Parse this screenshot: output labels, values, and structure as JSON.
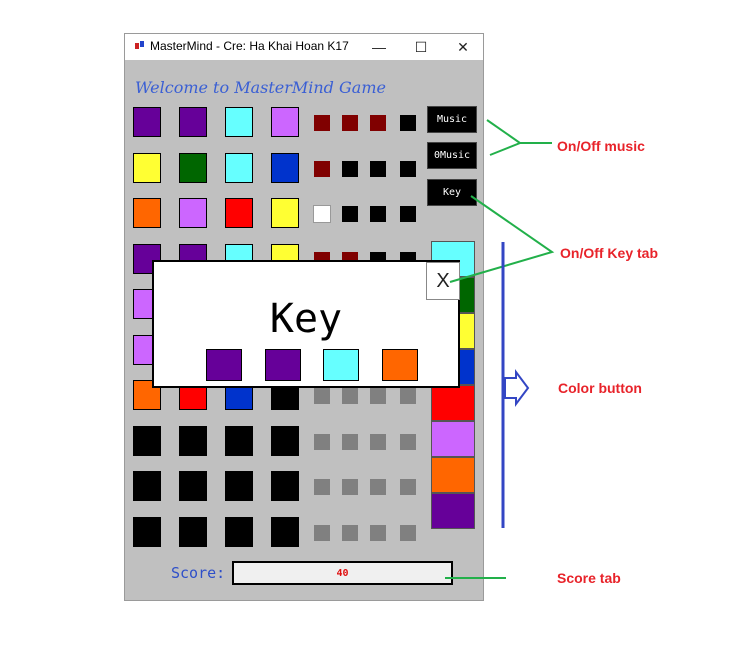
{
  "window": {
    "title": "MasterMind - Cre: Ha Khai Hoan K17",
    "minimize_glyph": "—",
    "maximize_glyph": "☐",
    "close_glyph": "✕"
  },
  "welcome_text": "Welcome to MasterMind Game",
  "colors": {
    "purple": "#660099",
    "cyan": "#66ffff",
    "violet": "#cc66ff",
    "yellow": "#ffff33",
    "green": "#006600",
    "blue": "#0033cc",
    "orange": "#ff6600",
    "red": "#ff0000",
    "black": "#000000",
    "darkred": "#800000",
    "white": "#ffffff",
    "gray": "#808080"
  },
  "board": {
    "rows": [
      {
        "guess": [
          "purple",
          "purple",
          "cyan",
          "violet"
        ],
        "hints": [
          "darkred",
          "darkred",
          "darkred",
          "black"
        ]
      },
      {
        "guess": [
          "yellow",
          "green",
          "cyan",
          "blue"
        ],
        "hints": [
          "darkred",
          "black",
          "black",
          "black"
        ]
      },
      {
        "guess": [
          "orange",
          "violet",
          "red",
          "yellow"
        ],
        "hints": [
          "white",
          "black",
          "black",
          "black"
        ]
      },
      {
        "guess": [
          "purple",
          "purple",
          "cyan",
          "yellow"
        ],
        "hints": [
          "darkred",
          "darkred",
          "black",
          "black"
        ]
      },
      {
        "guess": [
          "violet",
          "black",
          "black",
          "black"
        ],
        "hints": [
          "gray",
          "gray",
          "gray",
          "gray"
        ]
      },
      {
        "guess": [
          "violet",
          "black",
          "black",
          "black"
        ],
        "hints": [
          "gray",
          "gray",
          "gray",
          "gray"
        ]
      },
      {
        "guess": [
          "orange",
          "red",
          "blue",
          "black"
        ],
        "hints": [
          "gray",
          "gray",
          "gray",
          "gray"
        ]
      },
      {
        "guess": [
          "black",
          "black",
          "black",
          "black"
        ],
        "hints": [
          "gray",
          "gray",
          "gray",
          "gray"
        ]
      },
      {
        "guess": [
          "black",
          "black",
          "black",
          "black"
        ],
        "hints": [
          "gray",
          "gray",
          "gray",
          "gray"
        ]
      },
      {
        "guess": [
          "black",
          "black",
          "black",
          "black"
        ],
        "hints": [
          "gray",
          "gray",
          "gray",
          "gray"
        ]
      }
    ]
  },
  "buttons": {
    "music": "Music",
    "omusic": "0Music",
    "key": "Key"
  },
  "color_buttons": [
    "cyan",
    "green",
    "yellow",
    "blue",
    "red",
    "violet",
    "orange",
    "purple"
  ],
  "key_popup": {
    "title": "Key",
    "close": "X",
    "pegs": [
      "purple",
      "purple",
      "cyan",
      "orange"
    ]
  },
  "score": {
    "label": "Score:",
    "value": "40"
  },
  "annotations": {
    "music": "On/Off music",
    "key_tab": "On/Off Key tab",
    "color_button": "Color button",
    "score_tab": "Score tab"
  },
  "annotation_colors": {
    "red_text": "#e8232a",
    "green_line": "#22b04a",
    "blue_line": "#3346c4"
  }
}
